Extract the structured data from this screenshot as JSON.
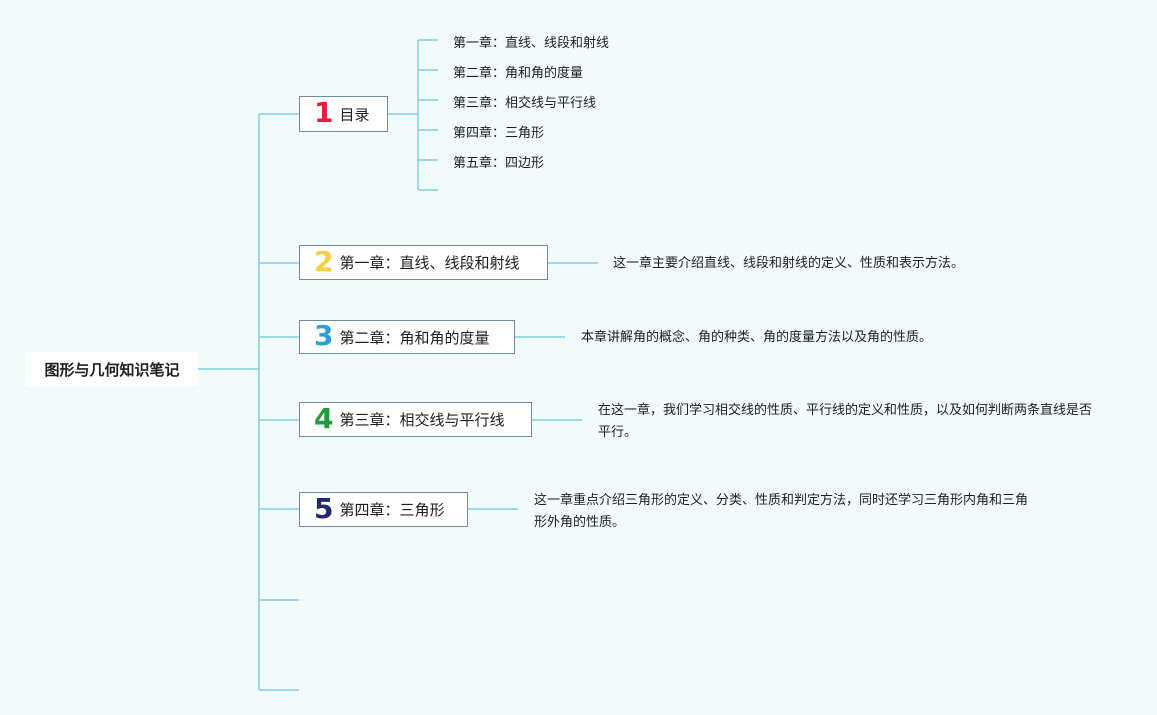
{
  "root": {
    "label": "图形与几何知识笔记"
  },
  "toc": {
    "number": "1",
    "label": "目录",
    "items": [
      "第一章：直线、线段和射线",
      "第二章：角和角的度量",
      "第三章：相交线与平行线",
      "第四章：三角形",
      "第五章：四边形"
    ]
  },
  "chapters": [
    {
      "number": "2",
      "label": "第一章：直线、线段和射线",
      "desc": "这一章主要介绍直线、线段和射线的定义、性质和表示方法。"
    },
    {
      "number": "3",
      "label": "第二章：角和角的度量",
      "desc": "本章讲解角的概念、角的种类、角的度量方法以及角的性质。"
    },
    {
      "number": "4",
      "label": "第三章：相交线与平行线",
      "desc": "在这一章，我们学习相交线的性质、平行线的定义和性质，以及如何判断两条直线是否平行。"
    },
    {
      "number": "5",
      "label": "第四章：三角形",
      "desc": "这一章重点介绍三角形的定义、分类、性质和判定方法，同时还学习三角形内角和三角形外角的性质。"
    }
  ],
  "colors": {
    "line": "#7fd0e6",
    "border": "#6e8f96",
    "num1": "#e0203c",
    "num2": "#f4d03f",
    "num3": "#2b9fd9",
    "num4": "#1e9e3a",
    "num5": "#1f2a6e"
  }
}
